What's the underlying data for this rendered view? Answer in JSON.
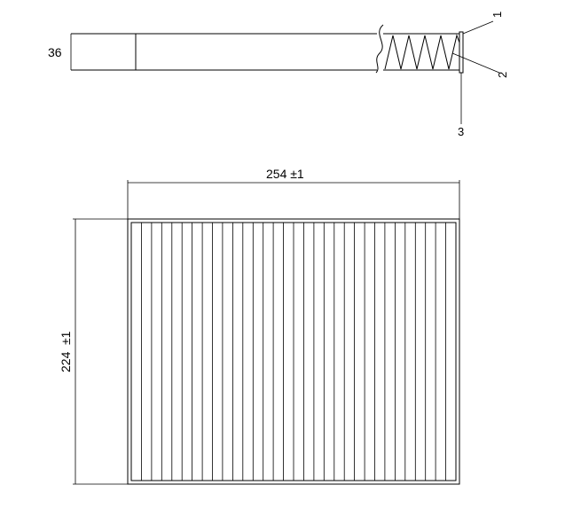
{
  "drawing": {
    "side_view": {
      "height_dim": "36",
      "callouts": [
        "1",
        "2",
        "3"
      ],
      "pleat_peaks": 4
    },
    "front_view": {
      "width_dim": "254 ±1",
      "height_dim_value": "224",
      "height_dim_tol": "±1",
      "pleat_count": 32
    }
  }
}
